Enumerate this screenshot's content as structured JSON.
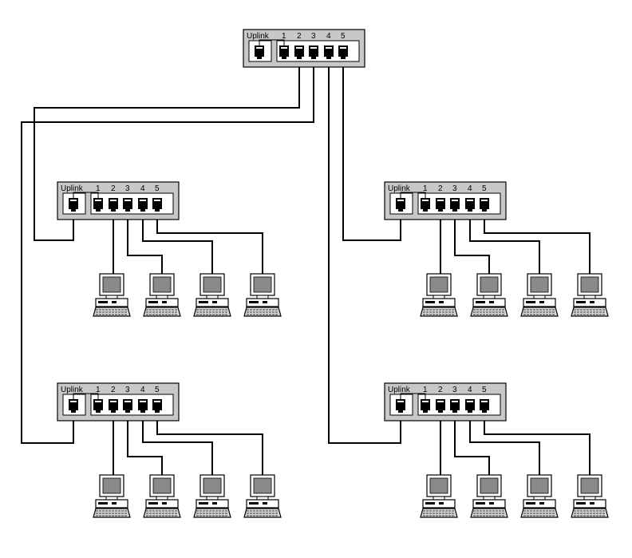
{
  "colors": {
    "switch_body": "#c8c8c8",
    "port_panel": "#ffffff",
    "cable": "#000000",
    "monitor_screen": "#8a8a8a",
    "keyboard": "#d8d8d8"
  },
  "switches": [
    {
      "id": "hub-root",
      "uplink_label": "Uplink",
      "port_labels": [
        "1",
        "2",
        "3",
        "4",
        "5"
      ],
      "connected_pcs": 0
    },
    {
      "id": "hub-top-left",
      "uplink_label": "Uplink",
      "port_labels": [
        "1",
        "2",
        "3",
        "4",
        "5"
      ],
      "connected_pcs": 4
    },
    {
      "id": "hub-top-right",
      "uplink_label": "Uplink",
      "port_labels": [
        "1",
        "2",
        "3",
        "4",
        "5"
      ],
      "connected_pcs": 4
    },
    {
      "id": "hub-bottom-left",
      "uplink_label": "Uplink",
      "port_labels": [
        "1",
        "2",
        "3",
        "4",
        "5"
      ],
      "connected_pcs": 4
    },
    {
      "id": "hub-bottom-right",
      "uplink_label": "Uplink",
      "port_labels": [
        "1",
        "2",
        "3",
        "4",
        "5"
      ],
      "connected_pcs": 4
    }
  ],
  "icons": {
    "switch": "network-switch-icon",
    "port": "rj45-port-icon",
    "computer": "desktop-computer-icon"
  }
}
